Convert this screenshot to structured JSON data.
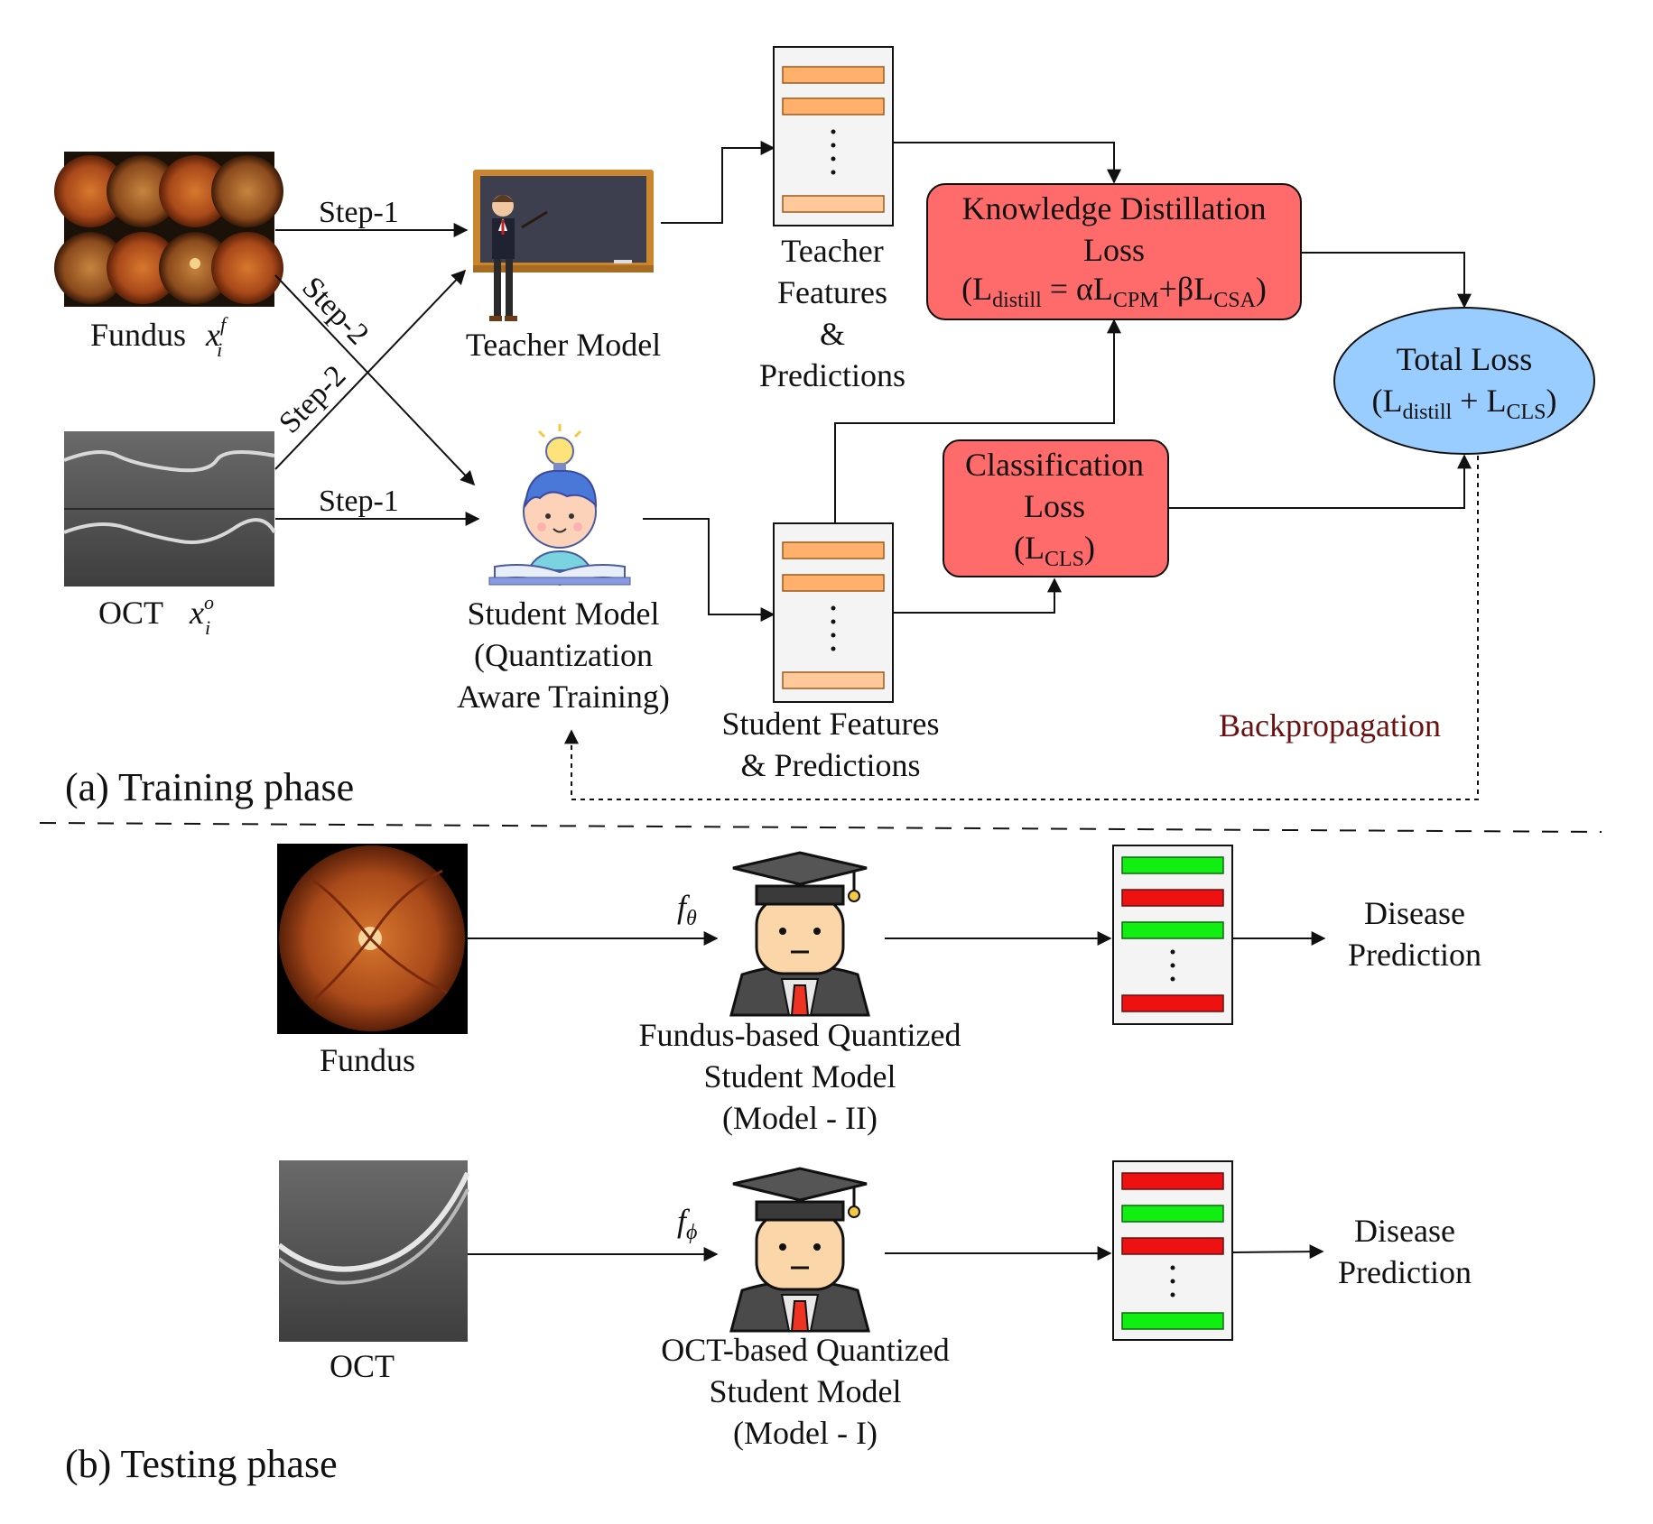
{
  "colors": {
    "loss_box_fill": "#ff6b6b",
    "total_loss_fill": "#99ccff",
    "feature_bar_orange": "#ffb06a",
    "feature_bar_orange_light": "#ffc99a",
    "pred_green": "#11ee11",
    "pred_red": "#ee1111",
    "backprop_text": "#6b1010"
  },
  "training": {
    "phase_label": "(a) Training phase",
    "fundus_label": "Fundus",
    "fundus_symbol": "x",
    "fundus_sup": "f",
    "fundus_sub": "i",
    "oct_label": "OCT",
    "oct_symbol": "x",
    "oct_sup": "o",
    "oct_sub": "i",
    "step1_top": "Step-1",
    "step2_down": "Step-2",
    "step2_up": "Step-2",
    "step1_bottom": "Step-1",
    "teacher_model": "Teacher Model",
    "student_model": [
      "Student Model",
      "(Quantization",
      "Aware Training)"
    ],
    "teacher_features": [
      "Teacher",
      "Features",
      "&",
      "Predictions"
    ],
    "student_features": [
      "Student Features",
      "& Predictions"
    ],
    "kd_loss": {
      "line1": "Knowledge Distillation",
      "line2": "Loss",
      "formula": {
        "open": "(L",
        "sub1": "distill",
        "eq": " =  αL",
        "sub2": "CPM",
        "plus": "+βL",
        "sub3": "CSA",
        "close": ")"
      }
    },
    "cls_loss": {
      "line1": "Classification",
      "line2": "Loss",
      "formula": {
        "open": "(L",
        "sub": "CLS",
        "close": ")"
      }
    },
    "total_loss": {
      "line1": "Total Loss",
      "formula": {
        "open": "(L",
        "sub1": "distill",
        "plus": " + L",
        "sub2": "CLS",
        "close": ")"
      }
    },
    "backprop": "Backpropagation"
  },
  "testing": {
    "phase_label": "(b) Testing phase",
    "fundus_label": "Fundus",
    "oct_label": "OCT",
    "f_theta": {
      "f": "f",
      "sub": "θ"
    },
    "f_phi": {
      "f": "f",
      "sub": "ϕ"
    },
    "fundus_model": [
      "Fundus-based Quantized",
      "Student Model",
      "(Model - II)"
    ],
    "oct_model": [
      "OCT-based Quantized",
      "Student Model",
      "(Model - I)"
    ],
    "prediction_top": [
      "Disease",
      "Prediction"
    ],
    "prediction_bottom": [
      "Disease",
      "Prediction"
    ],
    "pred_bars_top": [
      "green",
      "red",
      "green",
      "red"
    ],
    "pred_bars_bottom": [
      "red",
      "green",
      "red",
      "green"
    ]
  }
}
